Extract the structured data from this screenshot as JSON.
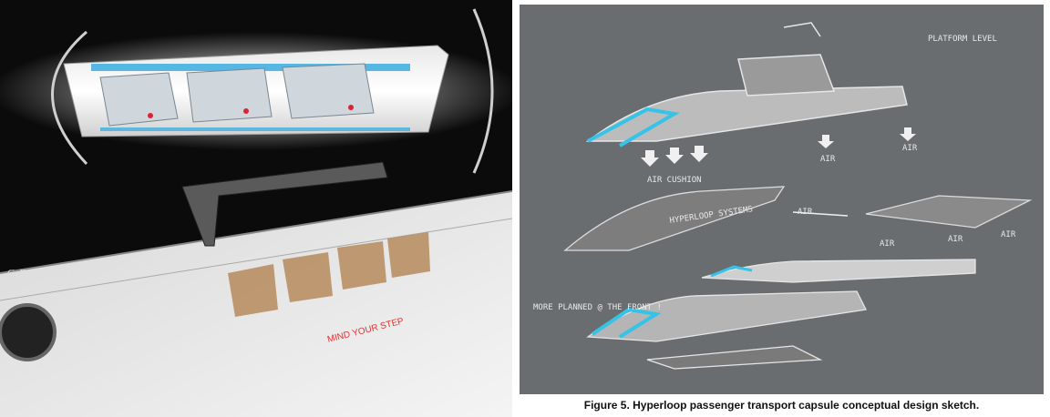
{
  "left_image": {
    "signature": "C. F. Kahn 2013",
    "floor_marking": "MIND YOUR STEP"
  },
  "right_image": {
    "labels": {
      "platform_level": "PLATFORM LEVEL",
      "air_cushion": "AIR CUSHION",
      "air_1": "AIR",
      "air_2": "AIR",
      "air_3": "AIR",
      "air_4": "AIR",
      "air_5": "AIR",
      "air_6": "AIR",
      "hyperloop": "HYPERLOOP SYSTEMS",
      "note": "MORE PLANNED @ THE FRONT !"
    }
  },
  "caption": "Figure 5. Hyperloop passenger transport capsule conceptual design sketch.",
  "colors": {
    "accent_blue": "#2fa8e0",
    "wood": "#b58a5a",
    "sketch_bg": "#6a6d70"
  }
}
